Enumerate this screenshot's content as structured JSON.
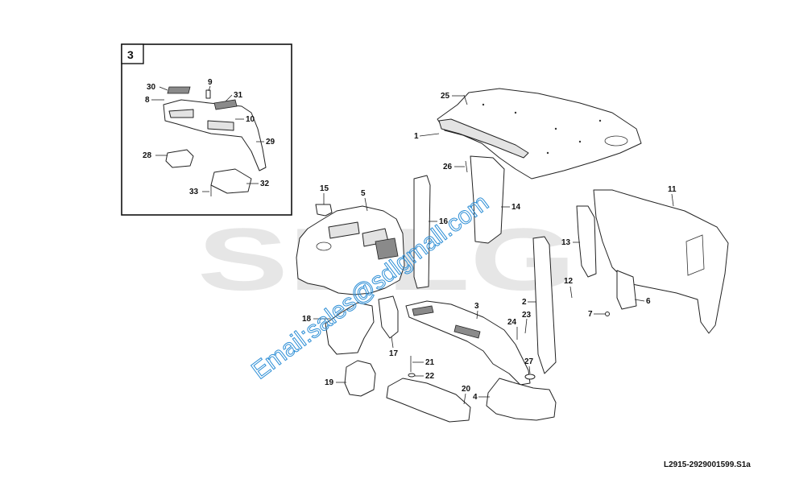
{
  "watermark": {
    "brand": "SDLG",
    "email": "Email:sales@sdlgmall.com",
    "color": "#2e8fd6"
  },
  "drawing_code": "L2915-2929001599.S1a",
  "inset": {
    "number": "3",
    "labels": [
      "30",
      "8",
      "9",
      "31",
      "10",
      "29",
      "28",
      "32",
      "33"
    ]
  },
  "callouts": {
    "c25": "25",
    "c1": "1",
    "c26": "26",
    "c14": "14",
    "c15": "15",
    "c5": "5",
    "c16": "16",
    "c11": "11",
    "c13": "13",
    "c12": "12",
    "c6": "6",
    "c7": "7",
    "c2": "2",
    "c3": "3",
    "c18": "18",
    "c17": "17",
    "c23": "23",
    "c24": "24",
    "c27": "27",
    "c21": "21",
    "c22": "22",
    "c19": "19",
    "c20": "20",
    "c4": "4"
  }
}
